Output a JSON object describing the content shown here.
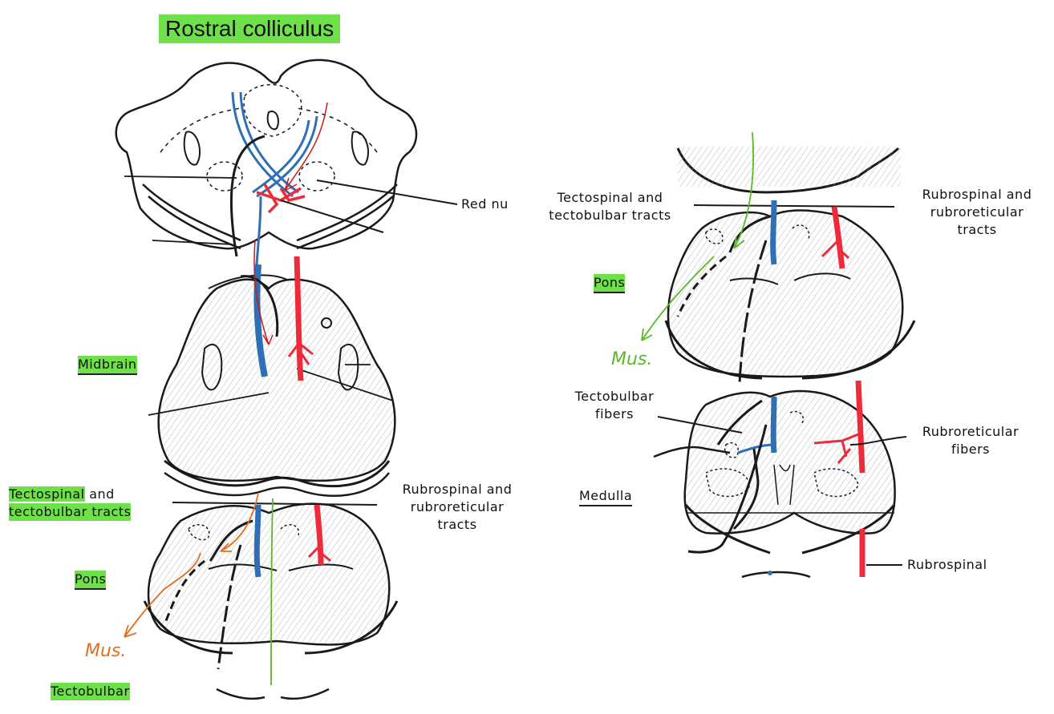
{
  "title": "Rostral colliculus",
  "labels": {
    "red_nucleus": "Red nu",
    "tectospinal_right_1": "Tectospinal and",
    "tectospinal_right_2": "tectobulbar tracts",
    "rubrospinal_right_1": "Rubrospinal and",
    "rubrospinal_right_2": "rubroreticular",
    "rubrospinal_right_3": "tracts",
    "pons_right": "Pons",
    "mus_right": "Mus.",
    "tectobulbar_fibers_1": "Tectobulbar",
    "tectobulbar_fibers_2": "fibers",
    "rubroreticular_fibers_1": "Rubroreticular",
    "rubroreticular_fibers_2": "fibers",
    "medulla": "Medulla",
    "rubrospinal_tract": "Rubrospinal",
    "midbrain": "Midbrain",
    "tectospinal_left_1": "Tectospinal",
    "tectospinal_left_and": "and",
    "tectospinal_left_2": "tectobulbar tracts",
    "rubrospinal_left_1": "Rubrospinal and",
    "rubrospinal_left_2": "rubroreticular",
    "rubrospinal_left_3": "tracts",
    "pons_left": "Pons",
    "mus_left": "Mus.",
    "tectobulbar_left": "Tectobulbar"
  },
  "colors": {
    "tectospinal": "#2f6fb5",
    "rubrospinal": "#ee2b3b",
    "highlight": "#6ee04a",
    "annotation_red": "#d01818",
    "annotation_green": "#5ab82a",
    "annotation_orange": "#e07020",
    "outline": "#1a1a1a"
  }
}
